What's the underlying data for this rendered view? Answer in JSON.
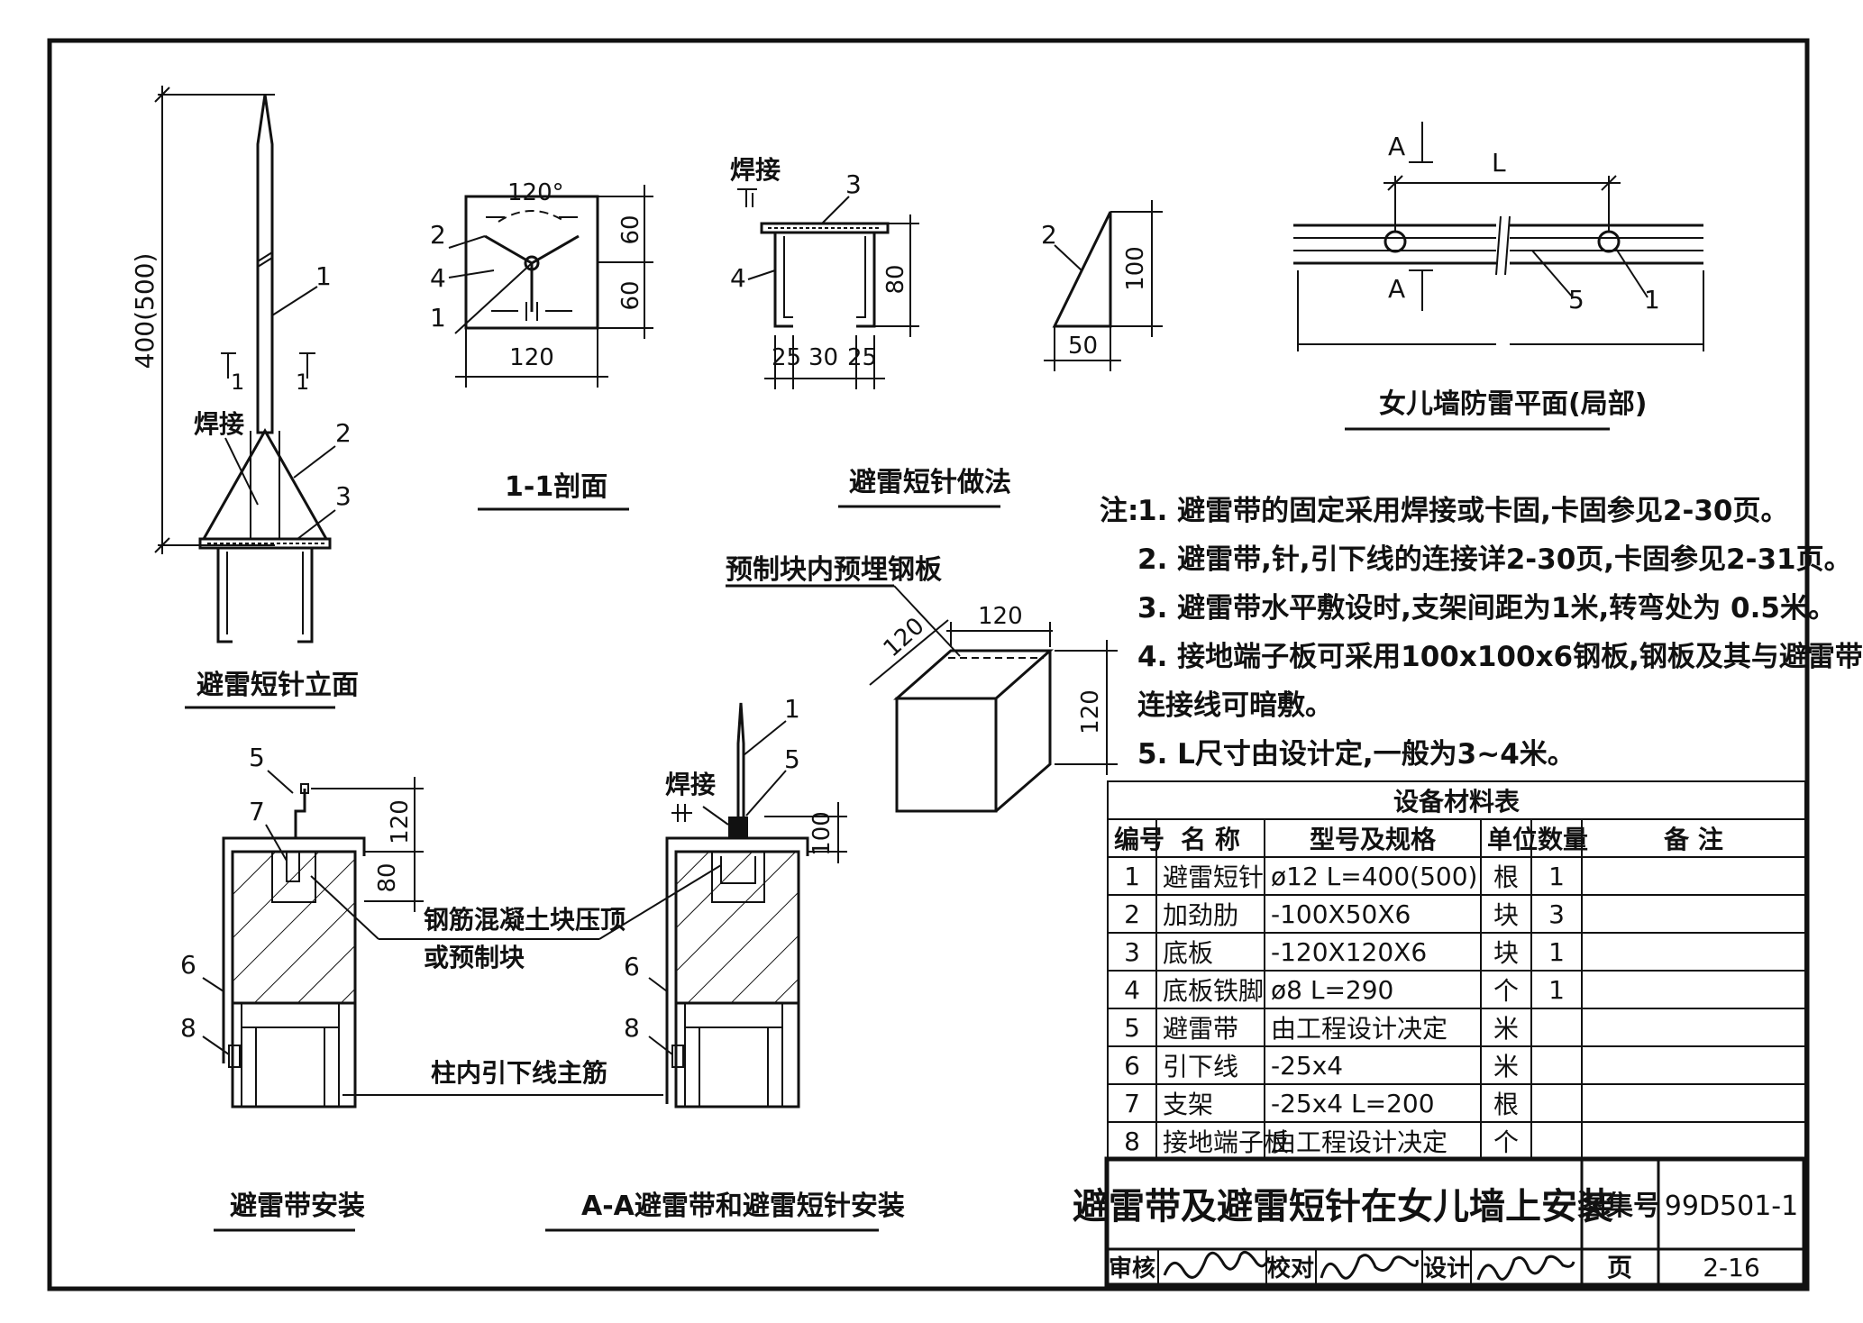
{
  "labels": {
    "elev_dim_height": "400(500)",
    "weld": "焊接",
    "section_mark": "1",
    "num1": "1",
    "num2": "2",
    "num3": "3",
    "num4": "4",
    "num5": "5",
    "num6": "6",
    "num7": "7",
    "num8": "8",
    "elev_title": "避雷短针立面",
    "sect_angle": "120°",
    "sect_60a": "60",
    "sect_60b": "60",
    "sect_120": "120",
    "sect_title": "1-1剖面",
    "method_80": "80",
    "method_25a": "25",
    "method_30": "30",
    "method_25b": "25",
    "method_title": "避雷短针做法",
    "tri_100": "100",
    "tri_50": "50",
    "plan_A": "A",
    "plan_L": "L",
    "plan_title": "女儿墙防雷平面(局部)",
    "block_label": "预制块内预埋钢板",
    "block_120a": "120",
    "block_120b": "120",
    "block_120c": "120",
    "belt_120": "120",
    "belt_80": "80",
    "rc_block_1": "钢筋混凝土块压顶",
    "rc_block_2": "或预制块",
    "column_bar": "柱内引下线主筋",
    "belt_title": "避雷带安装",
    "aa_100": "100",
    "aa_title": "A-A避雷带和避雷短针安装"
  },
  "notes": {
    "label": "注:",
    "items": [
      "1.  避雷带的固定采用焊接或卡固,卡固参见2-30页。",
      "2.  避雷带,针,引下线的连接详2-30页,卡固参见2-31页。",
      "3.  避雷带水平敷设时,支架间距为1米,转弯处为 0.5米。",
      "4.  接地端子板可采用100x100x6钢板,钢板及其与避雷带",
      "     连接线可暗敷。",
      "5.  L尺寸由设计定,一般为3~4米。"
    ]
  },
  "table": {
    "title": "设备材料表",
    "headers": [
      "编号",
      "名 称",
      "型号及规格",
      "单位",
      "数量",
      "备  注"
    ],
    "rows": [
      [
        "1",
        "避雷短针",
        "ø12  L=400(500)",
        "根",
        "1",
        ""
      ],
      [
        "2",
        "加劲肋",
        "-100X50X6",
        "块",
        "3",
        ""
      ],
      [
        "3",
        "底板",
        "-120X120X6",
        "块",
        "1",
        ""
      ],
      [
        "4",
        "底板铁脚",
        "ø8        L=290",
        "个",
        "1",
        ""
      ],
      [
        "5",
        "避雷带",
        "由工程设计决定",
        "米",
        "",
        ""
      ],
      [
        "6",
        "引下线",
        "-25x4",
        "米",
        "",
        ""
      ],
      [
        "7",
        "支架",
        "-25x4    L=200",
        "根",
        "",
        ""
      ],
      [
        "8",
        "接地端子板",
        "由工程设计决定",
        "个",
        "",
        ""
      ]
    ]
  },
  "title_block": {
    "drawing_title": "避雷带及避雷短针在女儿墙上安装",
    "atlas_label": "图集号",
    "atlas_no": "99D501-1",
    "page_label": "页",
    "page_no": "2-16",
    "review_label": "审核",
    "check_label": "校对",
    "design_label": "设计"
  }
}
